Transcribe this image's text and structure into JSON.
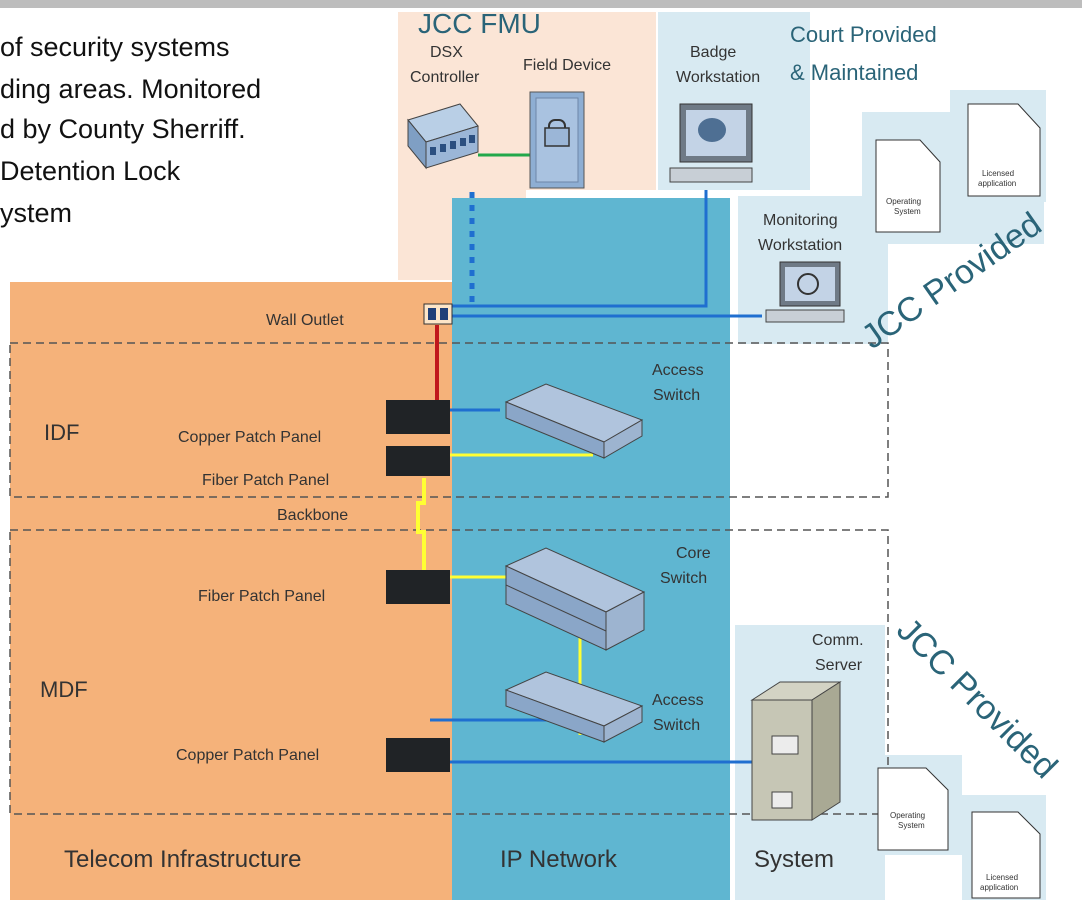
{
  "intro_lines": [
    "of security systems",
    "ding areas.  Monitored",
    "d by County Sherriff.",
    "Detention Lock",
    "ystem"
  ],
  "annotations": {
    "jcc_fmu": "JCC FMU",
    "court_provided_line1": "Court Provided",
    "court_provided_line2": "& Maintained",
    "jcc_provided_top": "JCC Provided",
    "jcc_provided_bottom": "JCC Provided"
  },
  "devices": {
    "dsx_line1": "DSX",
    "dsx_line2": "Controller",
    "field_device": "Field Device",
    "badge_line1": "Badge",
    "badge_line2": "Workstation",
    "monitoring_line1": "Monitoring",
    "monitoring_line2": "Workstation",
    "wall_outlet": "Wall Outlet",
    "access_switch_top_line1": "Access",
    "access_switch_top_line2": "Switch",
    "core_switch_line1": "Core",
    "core_switch_line2": "Switch",
    "access_switch_bottom_line1": "Access",
    "access_switch_bottom_line2": "Switch",
    "comm_server_line1": "Comm.",
    "comm_server_line2": "Server"
  },
  "panels": {
    "idf_copper": "Copper Patch Panel",
    "idf_fiber": "Fiber Patch Panel",
    "backbone": "Backbone",
    "mdf_fiber": "Fiber Patch Panel",
    "mdf_copper": "Copper Patch Panel"
  },
  "zones": {
    "idf": "IDF",
    "mdf": "MDF",
    "telecom": "Telecom Infrastructure",
    "ip_network": "IP Network",
    "system": "System"
  },
  "documents": {
    "os_label_1": "Operating",
    "os_label_2": "System",
    "app_label_1": "Licensed",
    "app_label_2": "application"
  },
  "colors": {
    "telecom_fill": "#f5b27a",
    "ip_network_fill": "#5fb6d1",
    "system_fill": "#d8eaf2",
    "top_fill": "#fbe5d6",
    "blue_cable": "#1f6fd0",
    "yellow_cable": "#ffff33",
    "red_cable": "#c0181c",
    "green_cable": "#22a84a",
    "annotation_text": "#2a6478"
  }
}
